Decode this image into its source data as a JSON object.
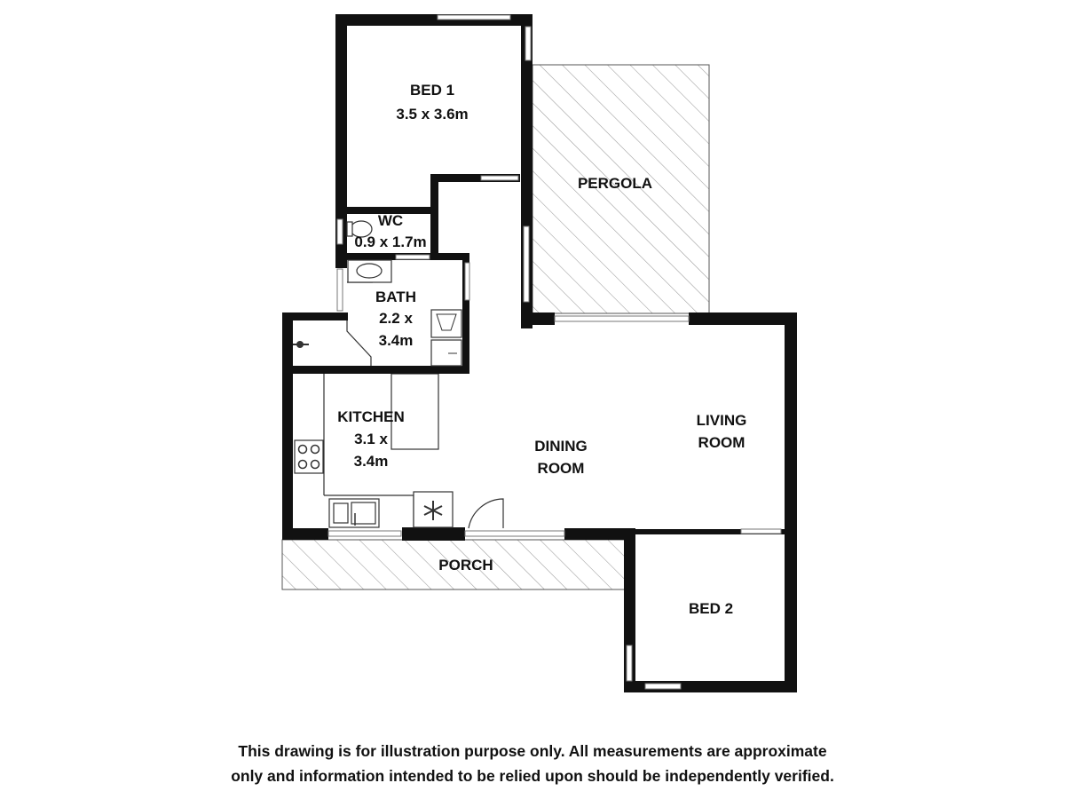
{
  "rooms": {
    "bed1": {
      "name": "BED 1",
      "size": "3.5 x 3.6m"
    },
    "pergola": {
      "name": "PERGOLA"
    },
    "wc": {
      "name": "WC",
      "size": "0.9 x 1.7m"
    },
    "bath": {
      "name": "BATH",
      "size_line1": "2.2 x",
      "size_line2": "3.4m"
    },
    "kitchen": {
      "name": "KITCHEN",
      "size_line1": "3.1 x",
      "size_line2": "3.4m"
    },
    "dining": {
      "line1": "DINING",
      "line2": "ROOM"
    },
    "living": {
      "line1": "LIVING",
      "line2": "ROOM"
    },
    "porch": {
      "name": "PORCH"
    },
    "bed2": {
      "name": "BED 2"
    }
  },
  "disclaimer": {
    "line1": "This drawing is for illustration purpose only. All measurements are approximate",
    "line2": "only and information intended to be relied upon should be independently verified."
  },
  "colors": {
    "wall": "#111111",
    "hatch": "#9a9a9a",
    "background": "#ffffff"
  }
}
